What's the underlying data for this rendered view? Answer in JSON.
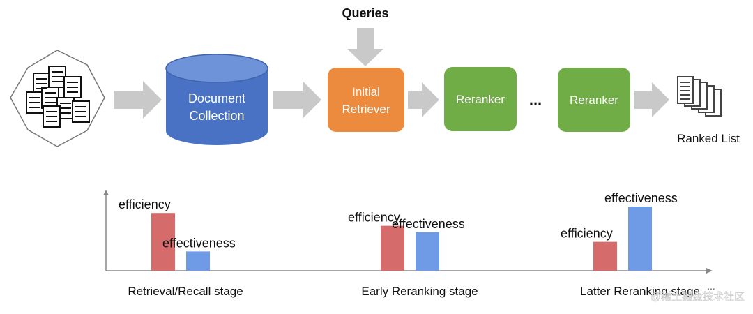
{
  "pipeline": {
    "queries_label": "Queries",
    "document_collection_label": [
      "Document",
      "Collection"
    ],
    "initial_retriever_label": [
      "Initial",
      "Retriever"
    ],
    "reranker_1_label": "Reranker",
    "ellipsis": "...",
    "reranker_2_label": "Reranker",
    "ranked_list_label": "Ranked List"
  },
  "chart_data": {
    "type": "bar",
    "stages": [
      {
        "name": "Retrieval/Recall stage",
        "efficiency": 0.9,
        "effectiveness": 0.3
      },
      {
        "name": "Early Reranking stage",
        "efficiency": 0.7,
        "effectiveness": 0.6
      },
      {
        "name": "Latter Reranking stage",
        "efficiency": 0.45,
        "effectiveness": 1.0
      }
    ],
    "series": [
      {
        "name": "efficiency",
        "color": "#d66b6b"
      },
      {
        "name": "effectiveness",
        "color": "#6f9ae6"
      }
    ],
    "axis_ellipsis": "..."
  },
  "colors": {
    "arrow": "#c9c9c9",
    "cylinder": "#4a72c4",
    "retriever": "#ec8a3e",
    "reranker": "#71ad47"
  },
  "watermark": "@稀土掘金技术社区"
}
